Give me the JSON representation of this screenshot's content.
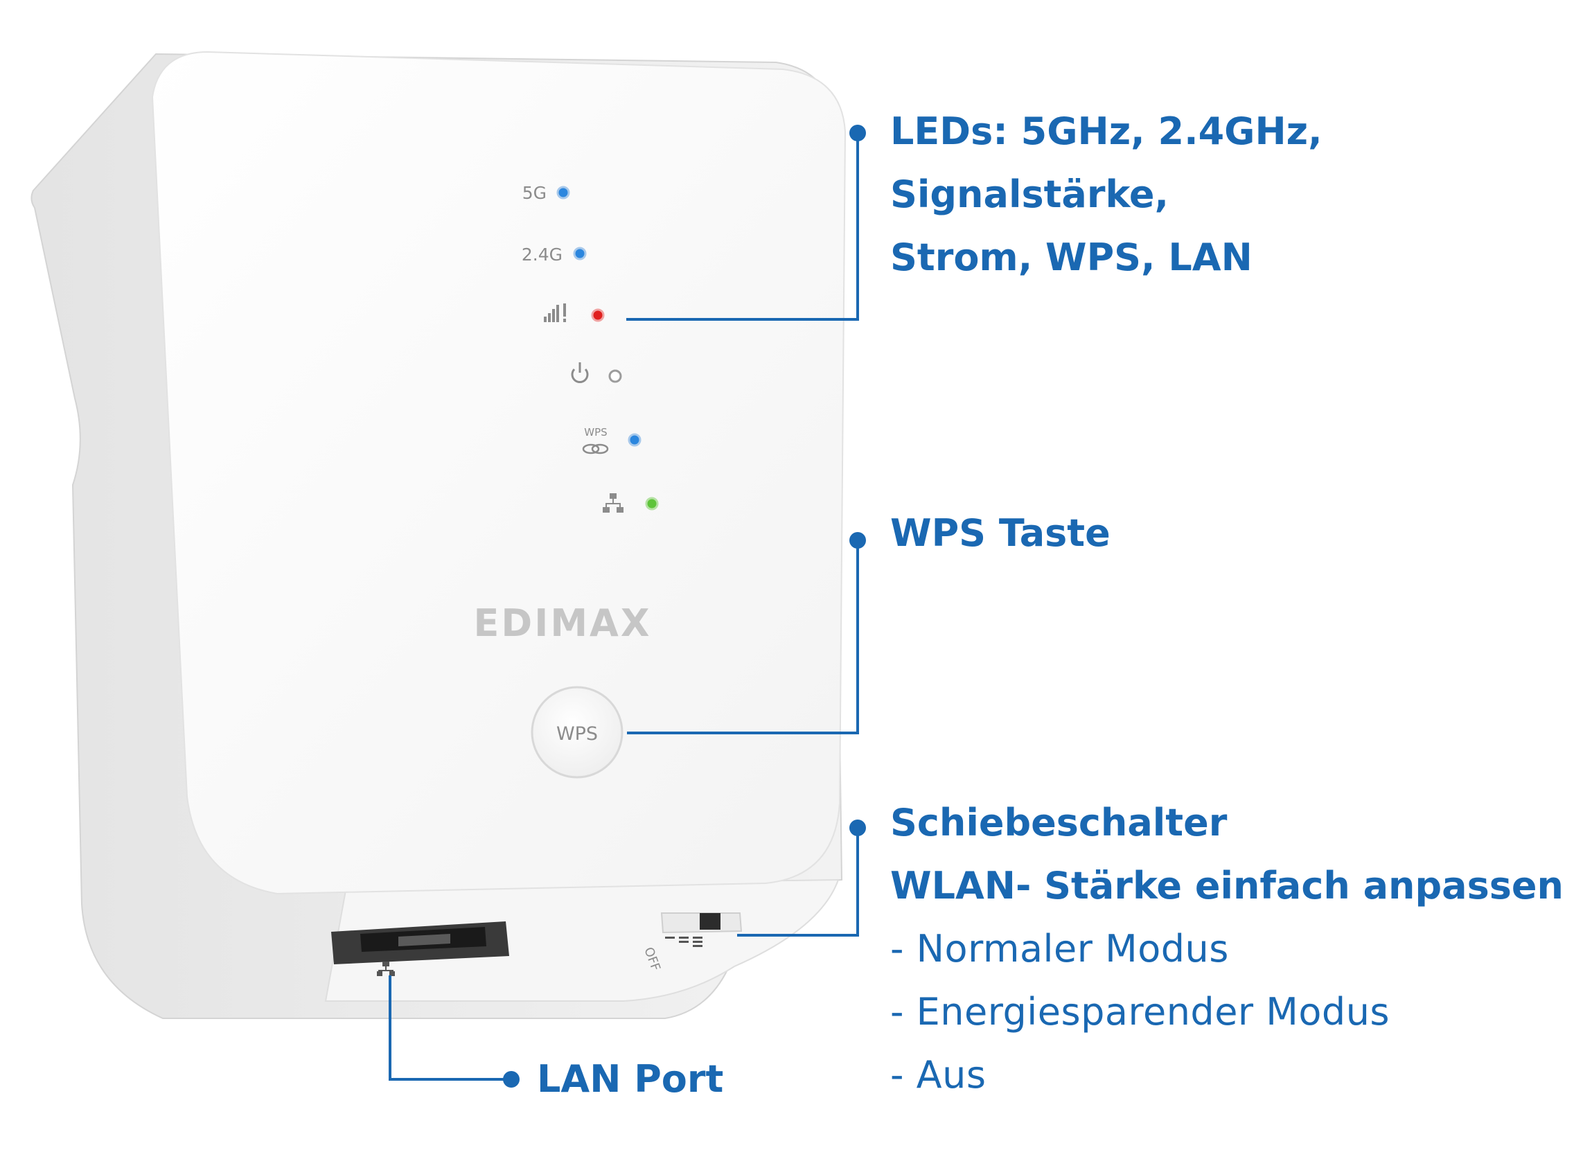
{
  "colors": {
    "accent": "#1a68b2",
    "led_blue": "#2b86de",
    "led_red": "#e0201e",
    "led_green": "#5ec43a",
    "device_body": "#f8f8f8"
  },
  "device": {
    "brand": "EDIMAX",
    "leds": [
      {
        "label": "5G",
        "icon": "5g-label",
        "color": "#2b86de",
        "lit": true
      },
      {
        "label": "2.4G",
        "icon": "2.4g-label",
        "color": "#2b86de",
        "lit": true
      },
      {
        "label": "",
        "icon": "signal-strength-icon",
        "color": "#e0201e",
        "lit": true
      },
      {
        "label": "",
        "icon": "power-icon",
        "color": "#ffffff",
        "lit": false
      },
      {
        "label": "WPS",
        "icon": "wps-link-icon",
        "color": "#2b86de",
        "lit": true
      },
      {
        "label": "",
        "icon": "lan-network-icon",
        "color": "#5ec43a",
        "lit": true
      }
    ],
    "wps_button_label": "WPS",
    "switch_label": "OFF"
  },
  "callouts": {
    "leds": {
      "lines": [
        "LEDs: 5GHz, 2.4GHz,",
        "Signalstärke,",
        "Strom, WPS, LAN"
      ]
    },
    "wps": {
      "title": "WPS Taste"
    },
    "switch": {
      "lines": [
        "Schiebeschalter",
        "WLAN- Stärke einfach anpassen"
      ],
      "items": [
        "- Normaler Modus",
        "- Energiesparender Modus",
        "- Aus"
      ]
    },
    "lan": {
      "title": "LAN Port"
    }
  }
}
